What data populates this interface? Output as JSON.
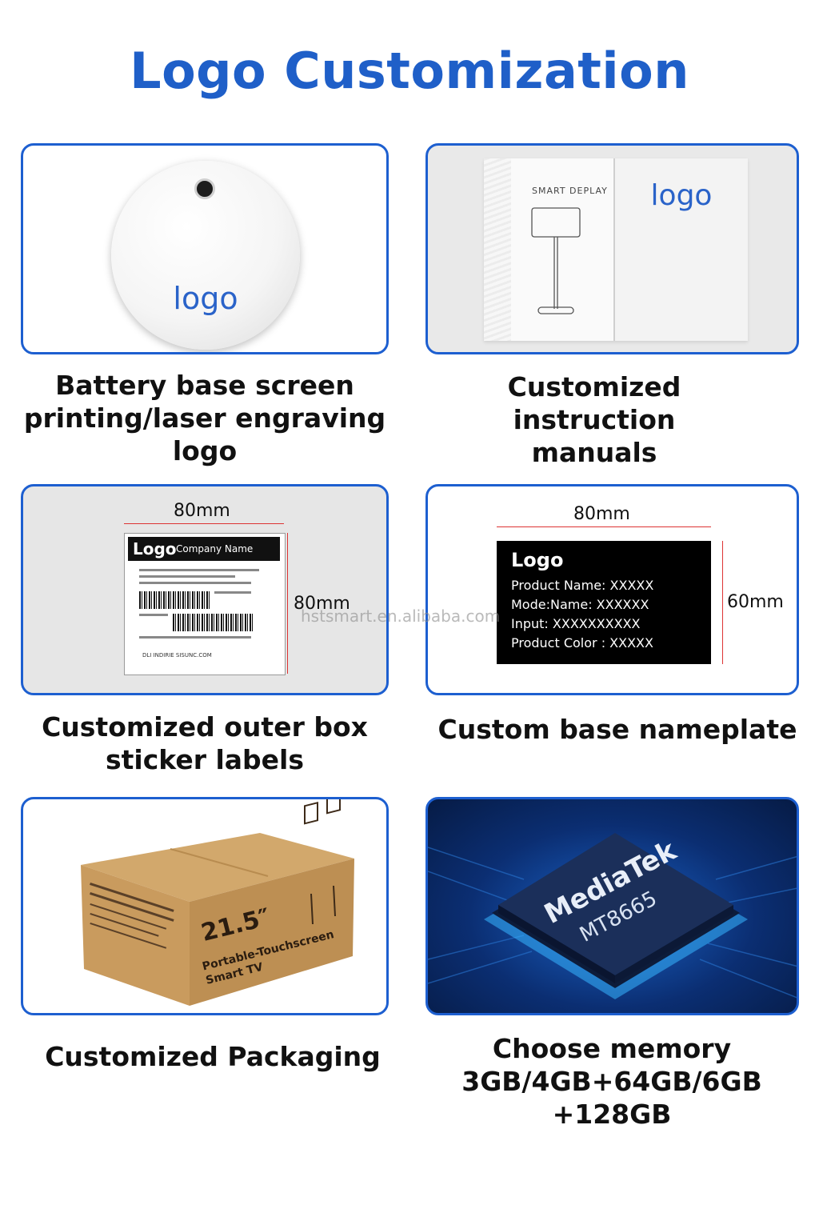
{
  "title": "Logo Customization",
  "watermark": "hstsmart.en.alibaba.com",
  "colors": {
    "accent": "#1f5fc8",
    "card_border": "#1d5fd0",
    "chip_glow": "#37b4ff"
  },
  "cards": [
    {
      "caption_lines": [
        "Battery base screen",
        "printing/laser engraving",
        "logo"
      ],
      "image": {
        "logo_text": "logo"
      }
    },
    {
      "caption_lines": [
        "Customized instruction",
        "manuals"
      ],
      "image": {
        "manual_title": "SMART DEPLAY",
        "logo_text": "logo"
      }
    },
    {
      "caption_lines": [
        "Customized outer box",
        "sticker labels"
      ],
      "image": {
        "width_label": "80mm",
        "height_label": "80mm",
        "label_logo": "Logo",
        "label_company": "Company Name",
        "label_site": "DLI INDIRIE SISUNC.COM"
      }
    },
    {
      "caption_lines": [
        "Custom base nameplate"
      ],
      "image": {
        "width_label": "80mm",
        "height_label": "60mm",
        "plate_logo": "Logo",
        "plate_lines": [
          "Product Name: XXXXX",
          "Mode:Name: XXXXXX",
          "Input: XXXXXXXXXX",
          "Product Color : XXXXX"
        ]
      }
    },
    {
      "caption_lines": [
        "Customized Packaging"
      ],
      "image": {
        "box_size": "21.5″",
        "box_text_1": "Portable-Touchscreen",
        "box_text_2": "Smart TV"
      }
    },
    {
      "caption_lines": [
        "Choose memory",
        "3GB/4GB+64GB/6GB +128GB"
      ],
      "image": {
        "chip_brand": "MediaTek",
        "chip_model": "MT8665"
      }
    }
  ]
}
